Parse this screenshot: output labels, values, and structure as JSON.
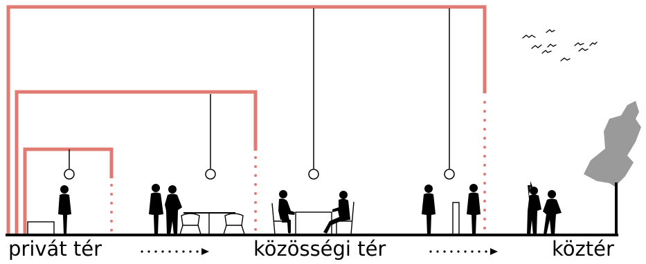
{
  "labels": {
    "private": "privát tér",
    "community": "közösségi tér",
    "public": "köztér"
  },
  "colors": {
    "frame": "#e07a72",
    "ground": "#000000",
    "figure": "#000000",
    "tree": "#9a9a9a"
  }
}
